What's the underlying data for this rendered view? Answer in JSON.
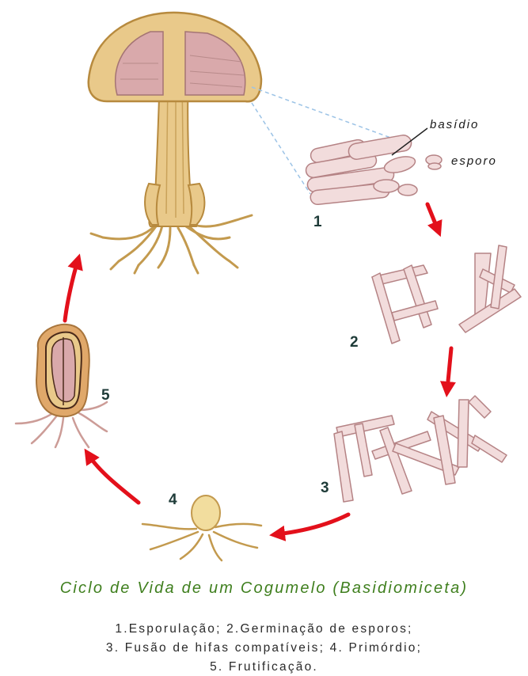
{
  "diagram": {
    "stage_labels": [
      "1",
      "2",
      "3",
      "4",
      "5"
    ],
    "annotations": {
      "basidio": "basídio",
      "esporo": "esporo"
    }
  },
  "caption": {
    "title": "Ciclo de Vida de um Cogumelo (Basidiomiceta)",
    "lines": [
      "1.Esporulação; 2.Germinação de esporos;",
      "3. Fusão de hifas compatíveis; 4. Primórdio;",
      "5. Frutificação."
    ]
  },
  "colors": {
    "arrow": "#e3101b",
    "mushroom_flesh": "#e9c98a",
    "mushroom_outline": "#b78a3e",
    "gills": "#d9a9ab",
    "hyphae": "#f2dcdc",
    "hyphae_outline": "#b58385",
    "caption_title": "#3f7f1e"
  }
}
